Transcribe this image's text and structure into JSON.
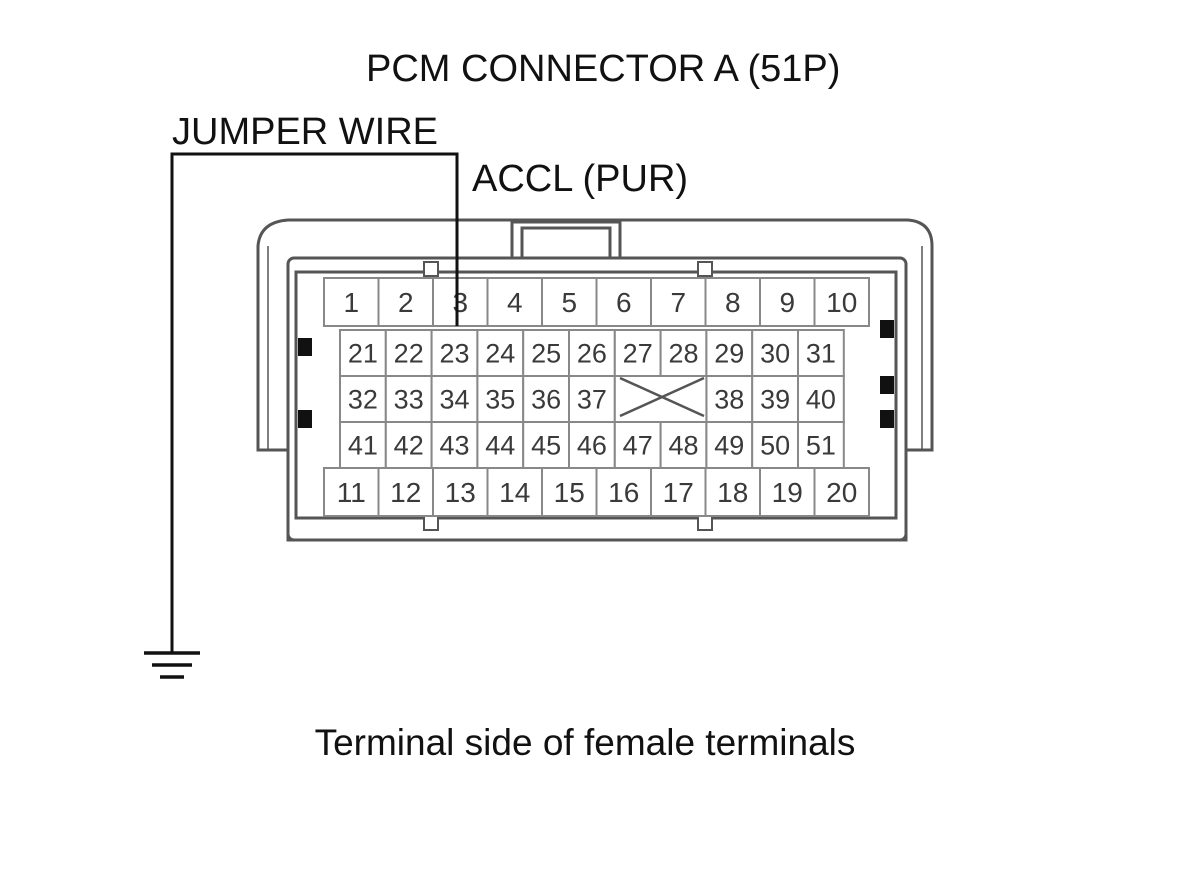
{
  "labels": {
    "title": "PCM CONNECTOR A (51P)",
    "jumper_wire": "JUMPER WIRE",
    "accl": "ACCL (PUR)",
    "caption": "Terminal side of female terminals"
  },
  "connector": {
    "top_row": [
      "1",
      "2",
      "3",
      "4",
      "5",
      "6",
      "7",
      "8",
      "9",
      "10"
    ],
    "row_2": [
      "21",
      "22",
      "23",
      "24",
      "25",
      "26",
      "27",
      "28",
      "29",
      "30",
      "31"
    ],
    "row_3_left": [
      "32",
      "33",
      "34",
      "35",
      "36",
      "37"
    ],
    "row_3_right": [
      "38",
      "39",
      "40"
    ],
    "row_4": [
      "41",
      "42",
      "43",
      "44",
      "45",
      "46",
      "47",
      "48",
      "49",
      "50",
      "51"
    ],
    "bottom_row": [
      "11",
      "12",
      "13",
      "14",
      "15",
      "16",
      "17",
      "18",
      "19",
      "20"
    ]
  },
  "jumper_target_terminal": "3",
  "icons": {
    "ground": "ground-symbol-icon",
    "blank_cavity": "blank-cavity-x-icon"
  },
  "colors": {
    "line": "#111111",
    "connector_outline": "#555555",
    "cell_outline": "#888888",
    "text": "#3a3a3a"
  }
}
